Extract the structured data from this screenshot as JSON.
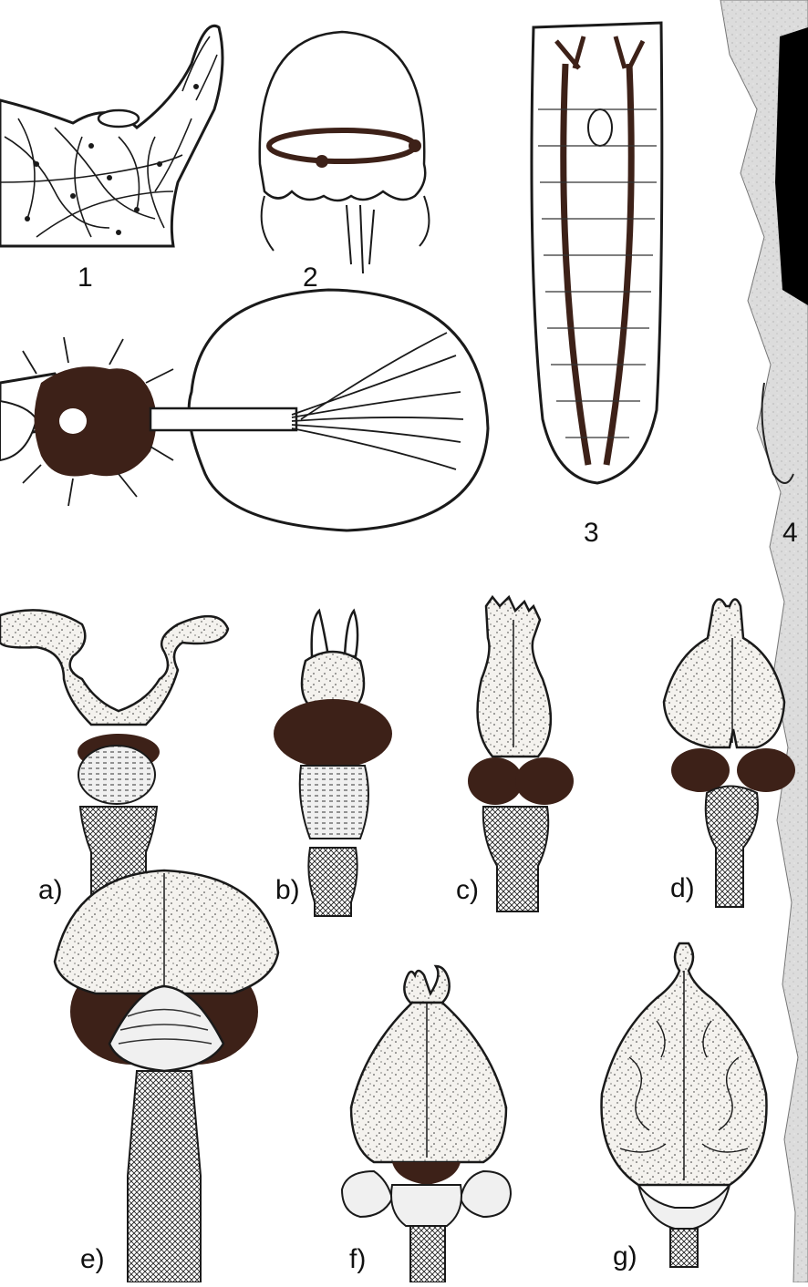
{
  "colors": {
    "ink": "#1a1a1a",
    "dark_tissue": "#3d2118",
    "stipple_fill": "#f4f2ee",
    "paper": "#ffffff",
    "torn_paper": "#dcdcdc",
    "black_panel": "#000000"
  },
  "top_panel": {
    "labels": [
      "1",
      "2",
      "3",
      "4"
    ]
  },
  "brains": {
    "labels": [
      "a)",
      "b)",
      "c)",
      "d)",
      "e)",
      "f)",
      "g)"
    ]
  }
}
